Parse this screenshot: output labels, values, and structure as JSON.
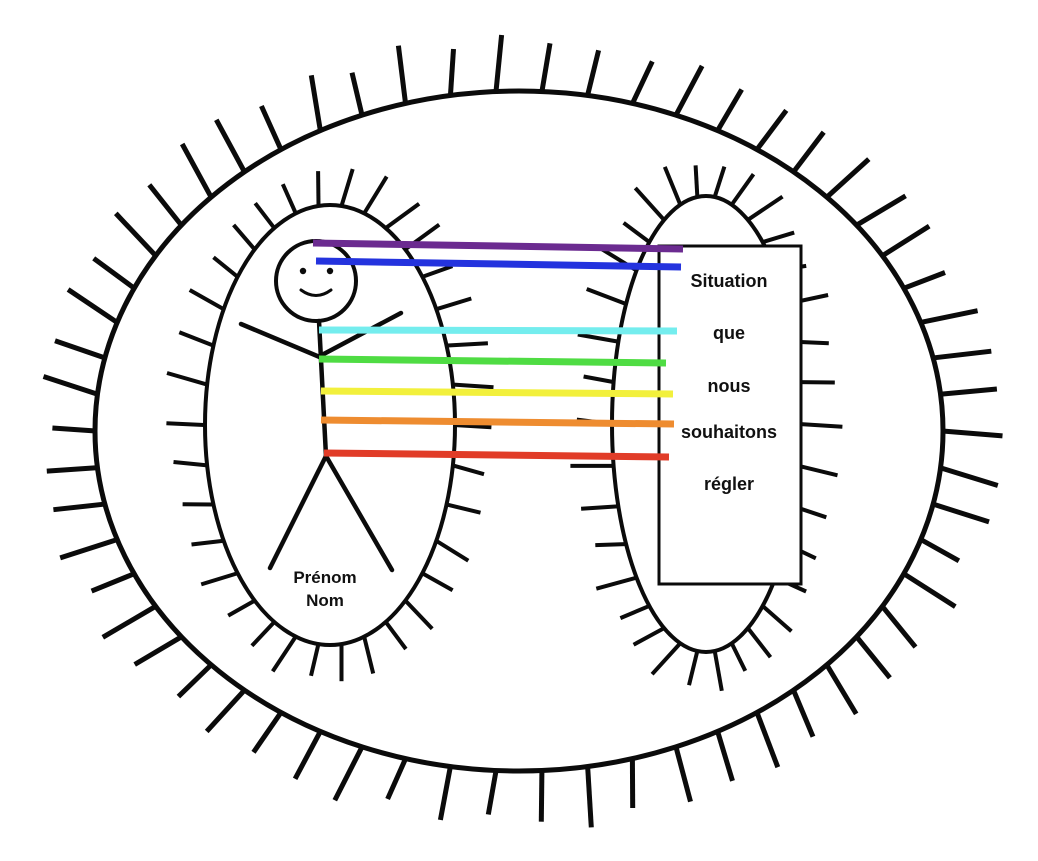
{
  "diagram": {
    "background": "#ffffff",
    "ink": "#0b0b0b",
    "person": {
      "label_line1": "Prénom",
      "label_line2": "Nom"
    },
    "situation": {
      "lines": [
        "Situation",
        "que",
        "nous",
        "souhaitons",
        "régler"
      ]
    },
    "cords": [
      {
        "name": "purple",
        "color": "#6b2b90"
      },
      {
        "name": "blue",
        "color": "#2433de"
      },
      {
        "name": "cyan",
        "color": "#74edee"
      },
      {
        "name": "green",
        "color": "#4fdc43"
      },
      {
        "name": "yellow",
        "color": "#f2f03c"
      },
      {
        "name": "orange",
        "color": "#ee8c30"
      },
      {
        "name": "red",
        "color": "#e13c28"
      }
    ]
  }
}
